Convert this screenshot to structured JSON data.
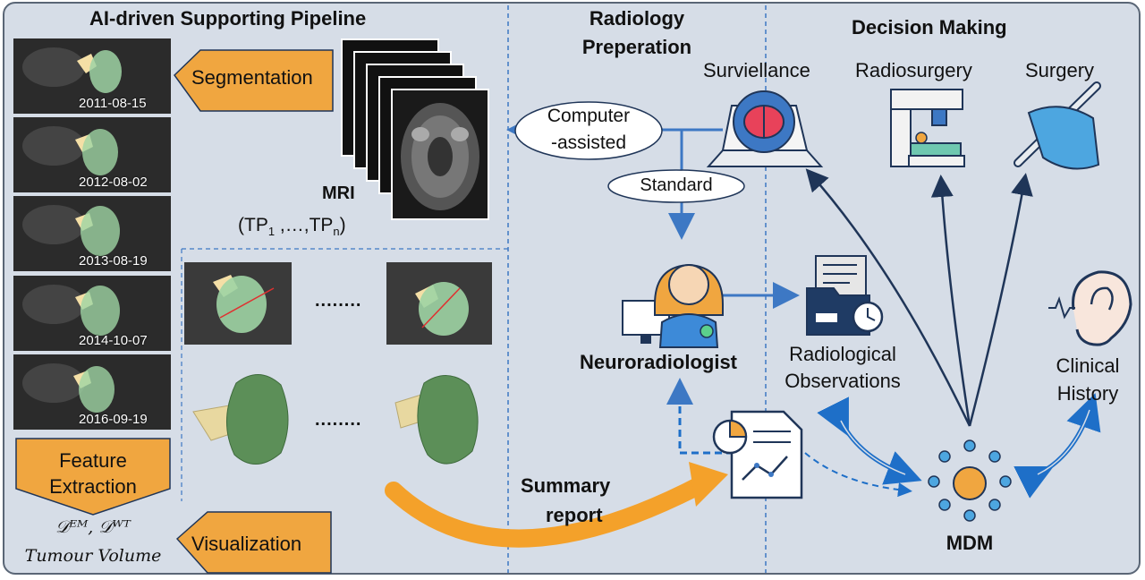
{
  "sections": {
    "pipeline": "AI-driven Supporting Pipeline",
    "radiology_line1": "Radiology",
    "radiology_line2": "Preperation",
    "decision": "Decision Making"
  },
  "pipeline": {
    "segmentation": "Segmentation",
    "feature_line1": "Feature",
    "feature_line2": "Extraction",
    "visualization": "Visualization",
    "metrics_line1": "𝒟ᴱᴹ, 𝒟ᵂᵀ",
    "metrics_line2": "Tumour Volume",
    "dots": "........",
    "mri_label": "MRI",
    "mri_tp_open": "(TP",
    "mri_tp_sub1": "1",
    "mri_tp_mid": " ,…,TP",
    "mri_tp_subn": "n",
    "mri_tp_close": ")"
  },
  "dates": [
    "2011-08-15",
    "2012-08-02",
    "2013-08-19",
    "2014-10-07",
    "2016-09-19"
  ],
  "radiology": {
    "computer_line1": "Computer",
    "computer_line2": "-assisted",
    "standard": "Standard",
    "neuroradiologist": "Neuroradiologist",
    "obs_line1": "Radiological",
    "obs_line2": "Observations",
    "summary_line1": "Summary",
    "summary_line2": "report"
  },
  "decision": {
    "surveillance": "Surviellance",
    "radiosurgery": "Radiosurgery",
    "surgery": "Surgery",
    "history_line1": "Clinical",
    "history_line2": "History",
    "mdm": "MDM"
  },
  "colors": {
    "background": "#d6dde7",
    "accent_orange": "#f0a640",
    "arrow_blue": "#3d78c4",
    "dark_blue": "#1f3558"
  }
}
